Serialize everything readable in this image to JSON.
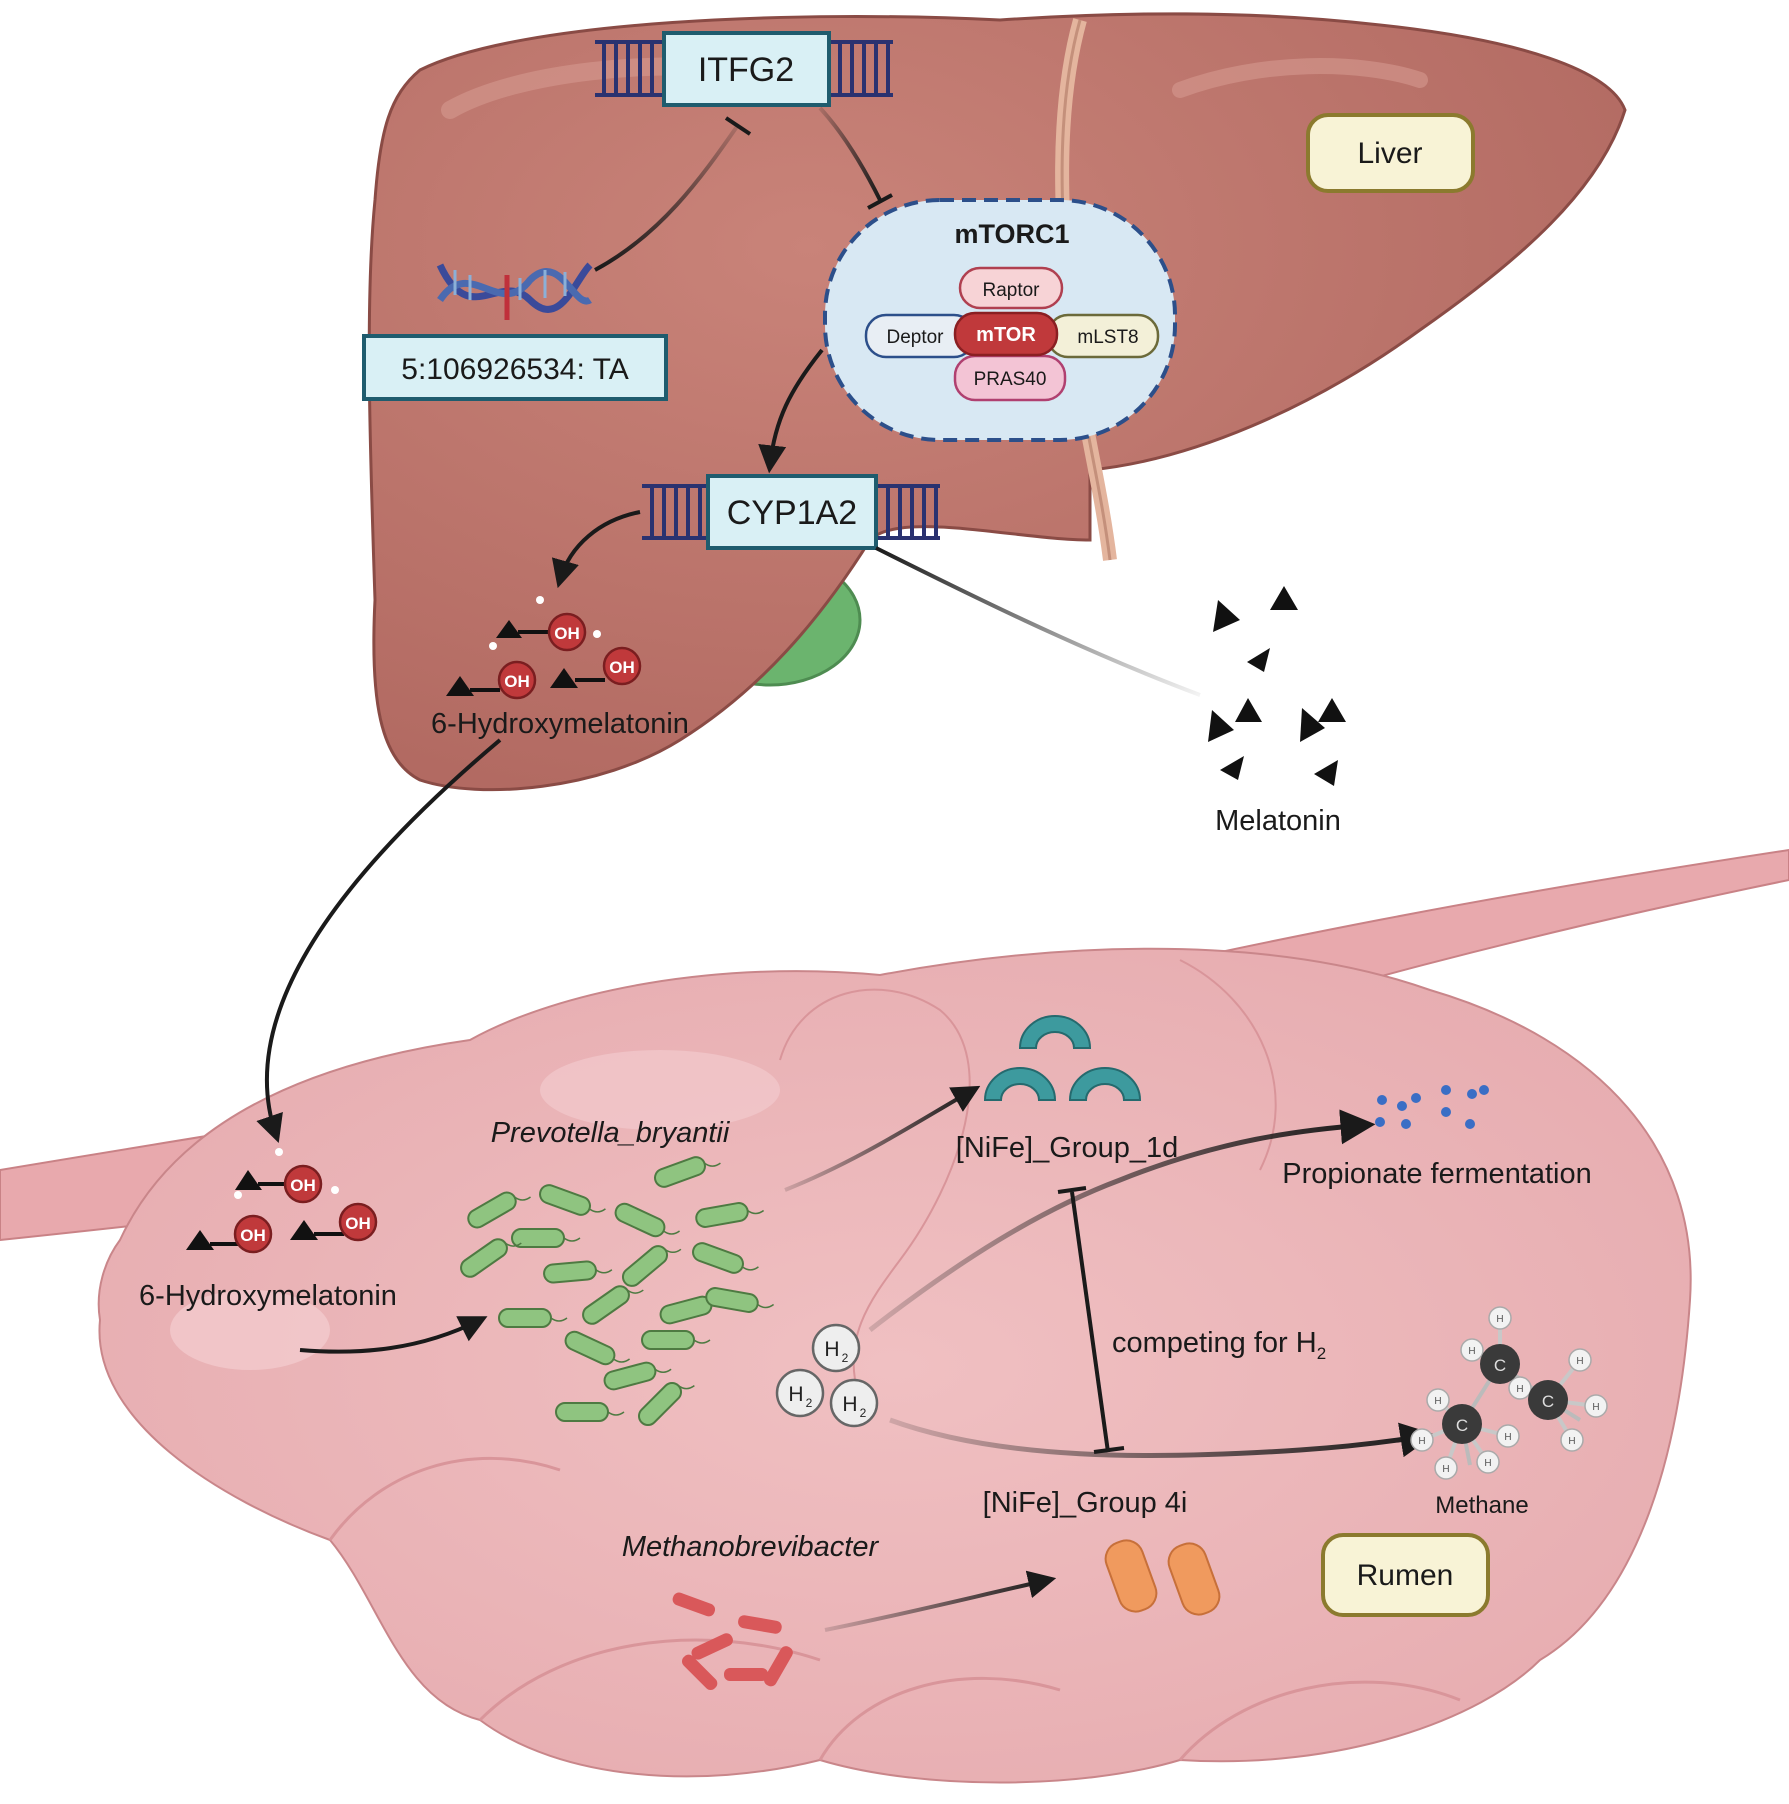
{
  "organs": {
    "liver_tag": "Liver",
    "rumen_tag": "Rumen"
  },
  "genes": {
    "itfg2": "ITFG2",
    "cyp1a2": "CYP1A2",
    "snp": "5:106926534: TA"
  },
  "mtorc1": {
    "title": "mTORC1",
    "core": "mTOR",
    "raptor": "Raptor",
    "deptor": "Deptor",
    "mlst8": "mLST8",
    "pras40": "PRAS40"
  },
  "metabolites": {
    "oh_group": "OH",
    "hydroxymelatonin_liver": "6-Hydroxymelatonin",
    "hydroxymelatonin_rumen": "6-Hydroxymelatonin",
    "melatonin": "Melatonin"
  },
  "microbes": {
    "prevotella": "Prevotella_bryantii",
    "methanobrevibacter": "Methanobrevibacter"
  },
  "hydrogenases": {
    "group_1d": "[NiFe]_Group_1d",
    "group_4i": "[NiFe]_Group 4i"
  },
  "processes": {
    "propionate": "Propionate fermentation",
    "competing": "competing for H",
    "competing_sub": "2",
    "methane": "Methane"
  },
  "molecules": {
    "h2_main": "H",
    "h2_sub": "2",
    "carbon": "C",
    "hydrogen": "H"
  },
  "colors": {
    "liver": "#b87068",
    "liver_outline": "#7a3a35",
    "rumen": "#eab4b7",
    "gene_box": "#d9f0f5",
    "gene_border": "#1f5c6e",
    "mtorc1_bg": "#d8e8f3",
    "mtor_core": "#c0393b",
    "tag_bg": "#f8f3d6",
    "tag_border": "#8b7a2e"
  }
}
